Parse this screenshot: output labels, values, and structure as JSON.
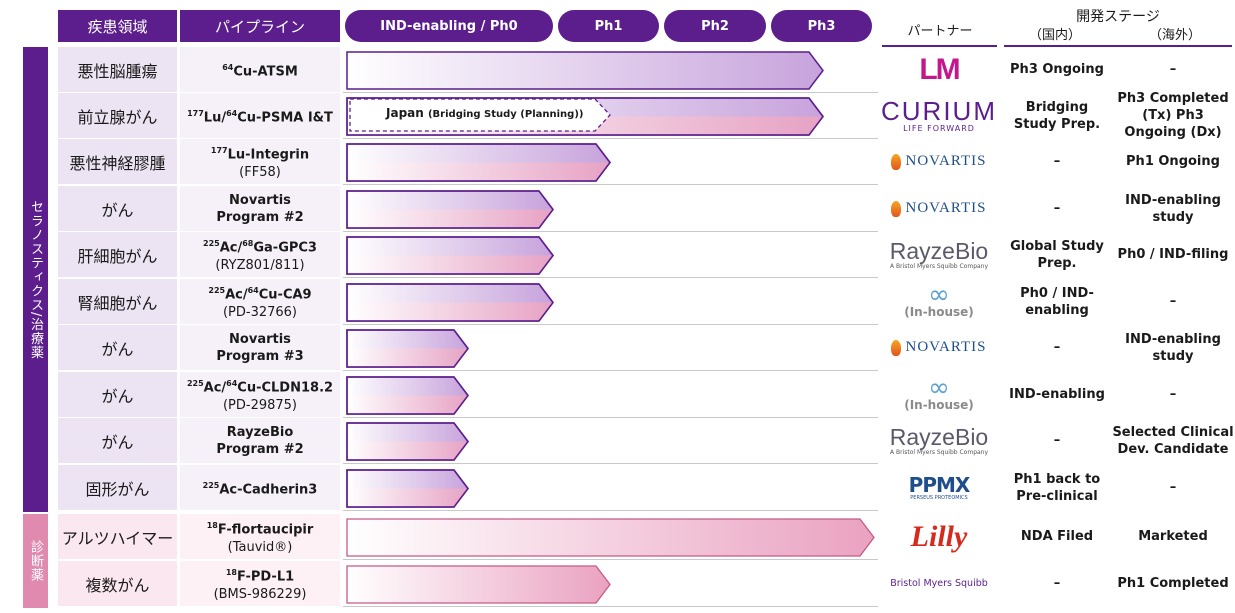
{
  "header": {
    "disease_area": "疾患領域",
    "pipeline": "パイプライン",
    "stages": [
      "IND-enabling / Ph0",
      "Ph1",
      "Ph2",
      "Ph3"
    ],
    "partner": "パートナー",
    "dev_stage": "開発ステージ",
    "domestic": "（国内）",
    "overseas": "（海外）"
  },
  "sections": {
    "therapeutics": "セラノスティクス/治療薬",
    "diagnostics": "診断薬"
  },
  "rows": [
    {
      "disease": "悪性脳腫瘍",
      "sup1": "64",
      "name1": "Cu-ATSM",
      "sup2": "",
      "name2": "",
      "line2": "",
      "partner": "LM",
      "domestic": "Ph3 Ongoing",
      "overseas": "–",
      "progress": "Ph3"
    },
    {
      "disease": "前立腺がん",
      "sup1": "177",
      "name1": "Lu/",
      "sup2": "64",
      "name2": "Cu-PSMA I&T",
      "line2": "",
      "partner": "CURIUM",
      "partner_sub": "LIFE FORWARD",
      "domestic": "Bridging Study Prep.",
      "overseas": "Ph3 Completed (Tx) Ph3 Ongoing (Dx)",
      "progress": "Ph3",
      "annotation": "Japan",
      "annotation_sub": "(Bridging Study (Planning))"
    },
    {
      "disease": "悪性神経膠腫",
      "sup1": "177",
      "name1": "Lu-Integrin",
      "sup2": "",
      "name2": "",
      "line2": "(FF58)",
      "partner": "NOVARTIS",
      "domestic": "–",
      "overseas": "Ph1 Ongoing",
      "progress": "Ph1"
    },
    {
      "disease": "がん",
      "sup1": "",
      "name1": "Novartis",
      "sup2": "",
      "name2": "",
      "line2": "Program #2",
      "line2_bold": true,
      "partner": "NOVARTIS",
      "domestic": "–",
      "overseas": "IND-enabling study",
      "progress": "IND"
    },
    {
      "disease": "肝細胞がん",
      "sup1": "225",
      "name1": "Ac/",
      "sup2": "68",
      "name2": "Ga-GPC3",
      "line2": "(RYZ801/811)",
      "partner": "RayzeBio",
      "partner_sub": "A Bristol Myers Squibb Company",
      "domestic": "Global Study Prep.",
      "overseas": "Ph0 / IND-filing",
      "progress": "IND"
    },
    {
      "disease": "腎細胞がん",
      "sup1": "225",
      "name1": "Ac/",
      "sup2": "64",
      "name2": "Cu-CA9",
      "line2": "(PD-32766)",
      "partner": "(In-house)",
      "domestic": "Ph0 / IND-enabling",
      "overseas": "–",
      "progress": "IND"
    },
    {
      "disease": "がん",
      "sup1": "",
      "name1": "Novartis",
      "sup2": "",
      "name2": "",
      "line2": "Program #3",
      "line2_bold": true,
      "partner": "NOVARTIS",
      "domestic": "–",
      "overseas": "IND-enabling study",
      "progress": "Ph0"
    },
    {
      "disease": "がん",
      "sup1": "225",
      "name1": "Ac/",
      "sup2": "64",
      "name2": "Cu-CLDN18.2",
      "line2": "(PD-29875)",
      "partner": "(In-house)",
      "domestic": "IND-enabling",
      "overseas": "–",
      "progress": "Ph0"
    },
    {
      "disease": "がん",
      "sup1": "",
      "name1": "RayzeBio",
      "sup2": "",
      "name2": "",
      "line2": "Program #2",
      "line2_bold": true,
      "partner": "RayzeBio",
      "partner_sub": "A Bristol Myers Squibb Company",
      "domestic": "–",
      "overseas": "Selected Clinical Dev. Candidate",
      "progress": "Ph0"
    },
    {
      "disease": "固形がん",
      "sup1": "225",
      "name1": "Ac-Cadherin3",
      "sup2": "",
      "name2": "",
      "line2": "",
      "partner": "PPMX",
      "partner_sub": "PERSEUS PROTEOMICS",
      "domestic": "Ph1 back to Pre-clinical",
      "overseas": "–",
      "progress": "Ph0"
    },
    {
      "disease": "アルツハイマー",
      "sup1": "18",
      "name1": "F-flortaucipir",
      "sup2": "",
      "name2": "",
      "line2": "(Tauvid®)",
      "partner": "Lilly",
      "domestic": "NDA Filed",
      "overseas": "Marketed",
      "progress": "NDA"
    },
    {
      "disease": "複数がん",
      "sup1": "18",
      "name1": "F-PD-L1",
      "sup2": "",
      "name2": "",
      "line2": "(BMS-986229)",
      "partner": "Bristol Myers Squibb",
      "domestic": "–",
      "overseas": "Ph1 Completed",
      "progress": "Ph1"
    }
  ],
  "colors": {
    "purple": "#5b1e8c",
    "lavender": "#ede4f3",
    "pink": "#f4dbe6",
    "section_therapeutics": "#5b1e8c",
    "section_diagnostics": "#e08ab0",
    "lilly": "#d52b1e",
    "novartis": "#1f4e8c"
  }
}
